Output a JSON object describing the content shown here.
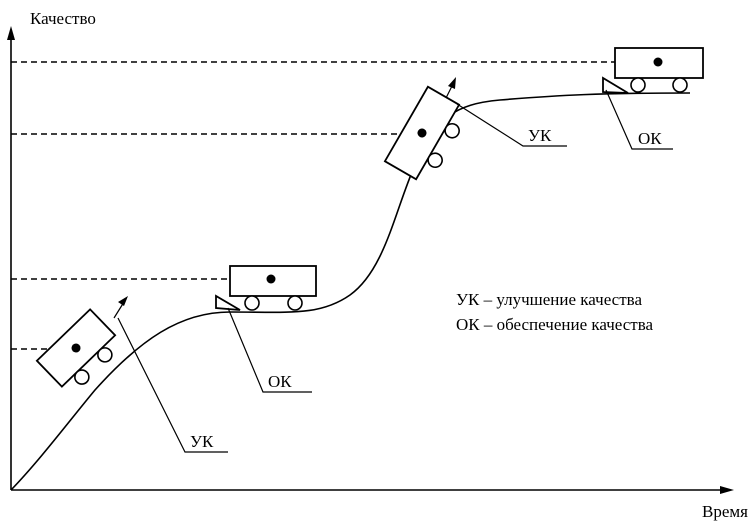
{
  "axes": {
    "y_label": "Качество",
    "x_label": "Время"
  },
  "annotations": {
    "uk_1": "УК",
    "ok_1": "ОК",
    "uk_2": "УК",
    "ok_2": "ОК"
  },
  "legend": {
    "line1": "УК – улучшение качества",
    "line2": "ОК – обеспечение качества"
  }
}
